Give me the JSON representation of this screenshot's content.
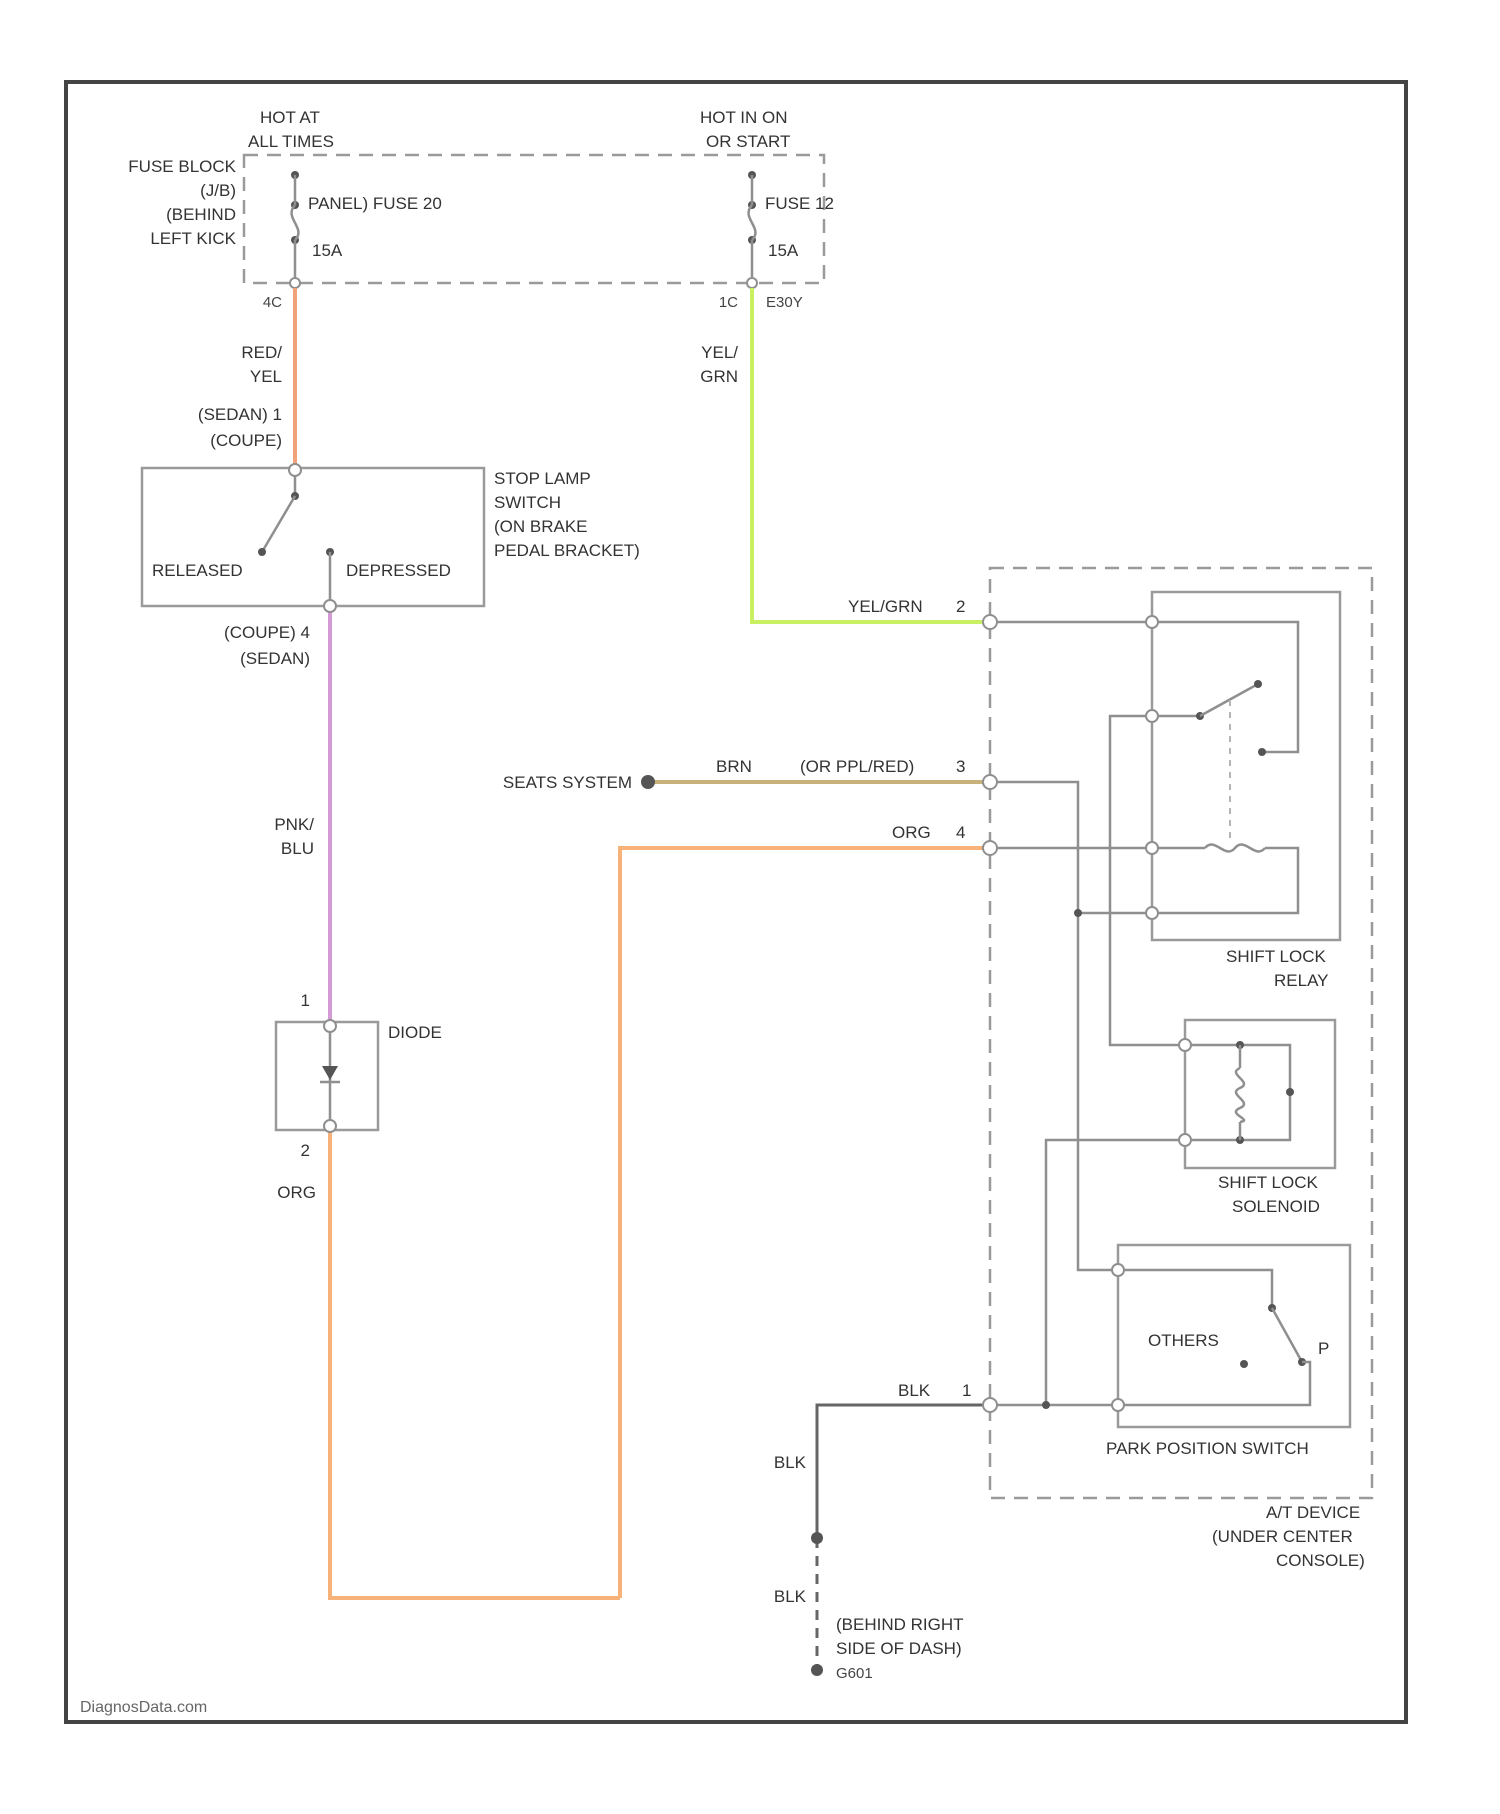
{
  "colors": {
    "red_yel_wire": "#f2a27a",
    "yel_grn_wire": "#c9ef62",
    "pnk_blu_wire": "#d49ad6",
    "org_wire": "#f7b27a",
    "brn_wire": "#c7b27b",
    "blk_wire": "#666666",
    "component_outline": "#9a9a9a",
    "frame": "#444444"
  },
  "fuse_block": {
    "hot_at_all_times": [
      "HOT AT",
      "ALL TIMES"
    ],
    "hot_in_on": [
      "HOT IN ON",
      "OR START"
    ],
    "location": [
      "FUSE BLOCK",
      "(J/B)",
      "(BEHIND",
      "LEFT KICK"
    ],
    "fuse_left_name": "PANEL) FUSE 20",
    "fuse_left_rating": "15A",
    "fuse_right_name": "FUSE 12",
    "fuse_right_rating": "15A",
    "pin_left": "4C",
    "pin_right": "1C",
    "pin_right_extra": "E30Y"
  },
  "wires": {
    "red_yel": [
      "RED/",
      "YEL"
    ],
    "yel_grn": [
      "YEL/",
      "GRN"
    ],
    "sedan_coupe": [
      "(SEDAN) 1",
      "(COUPE)"
    ],
    "coupe_sedan": [
      "(COUPE) 4",
      "(SEDAN)"
    ],
    "pnk_blu": [
      "PNK/",
      "BLU"
    ],
    "yel_grn_a": "YEL/GRN",
    "yel_grn_a_pin": "2",
    "brn": "BRN",
    "brn_alt": "(OR PPL/RED)",
    "brn_pin": "3",
    "org_a": "ORG",
    "org_a_pin": "4",
    "org": "ORG",
    "blk": "BLK",
    "blk_pin": "1",
    "blk_lower": "BLK",
    "blk_upper": "BLK"
  },
  "stop_lamp": {
    "label": [
      "STOP LAMP",
      "SWITCH",
      "(ON BRAKE",
      "PEDAL BRACKET)"
    ],
    "released": "RELEASED",
    "depressed": "DEPRESSED"
  },
  "diode": {
    "label": "DIODE",
    "pin1": "1",
    "pin2": "2"
  },
  "sedan_system": "SEATS SYSTEM",
  "relay": {
    "label": [
      "SHIFT LOCK",
      "RELAY"
    ]
  },
  "solenoid": {
    "label": [
      "SHIFT LOCK",
      "SOLENOID"
    ]
  },
  "park_switch": {
    "label": "PARK POSITION SWITCH",
    "others": "OTHERS",
    "p": "P"
  },
  "at_device": {
    "label": [
      "A/T DEVICE",
      "(UNDER CENTER",
      "CONSOLE)"
    ]
  },
  "ground": {
    "label": [
      "(BEHIND RIGHT",
      "SIDE OF DASH)"
    ],
    "id": "G601"
  },
  "watermark": "DiagnosData.com"
}
